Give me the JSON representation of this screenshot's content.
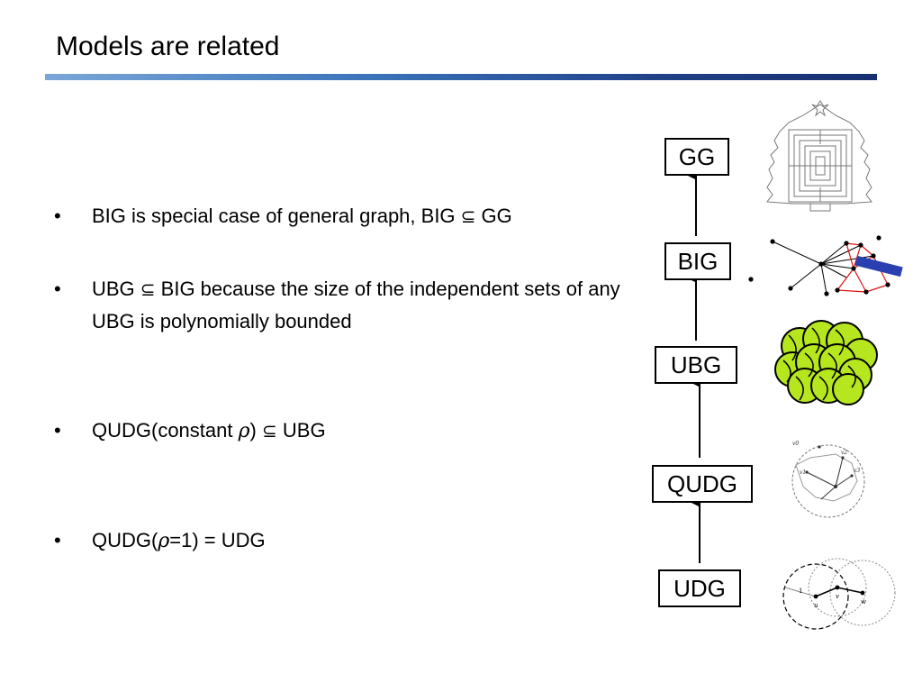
{
  "title": "Models are related",
  "bullets": [
    {
      "text_a": "BIG is special case of general graph, BIG ",
      "symbol": "⊆",
      "text_b": " GG"
    },
    {
      "text_a": "UBG ",
      "symbol": "⊆",
      "text_b": " BIG because the size of the independent sets of any UBG is polynomially bounded"
    },
    {
      "text_a": "QUDG(constant ",
      "rho": "ρ",
      "text_b": ") ",
      "symbol": "⊆",
      "text_c": " UBG"
    },
    {
      "text_a": "QUDG(",
      "rho": "ρ",
      "text_b": "=1) = UDG"
    }
  ],
  "hierarchy": {
    "nodes": [
      "GG",
      "BIG",
      "UBG",
      "QUDG",
      "UDG"
    ]
  },
  "illustrations": {
    "qudg_labels": [
      "v0",
      "v1",
      "v2",
      "v3"
    ],
    "udg_labels": [
      "1",
      "u",
      "v",
      "w"
    ]
  },
  "colors": {
    "title_rule_light": "#7aa7d8",
    "title_rule_dark": "#16306f",
    "ball_fill": "#b6e61e",
    "big_edges_red": "#e01010",
    "big_bar_blue": "#2a3fb0"
  }
}
